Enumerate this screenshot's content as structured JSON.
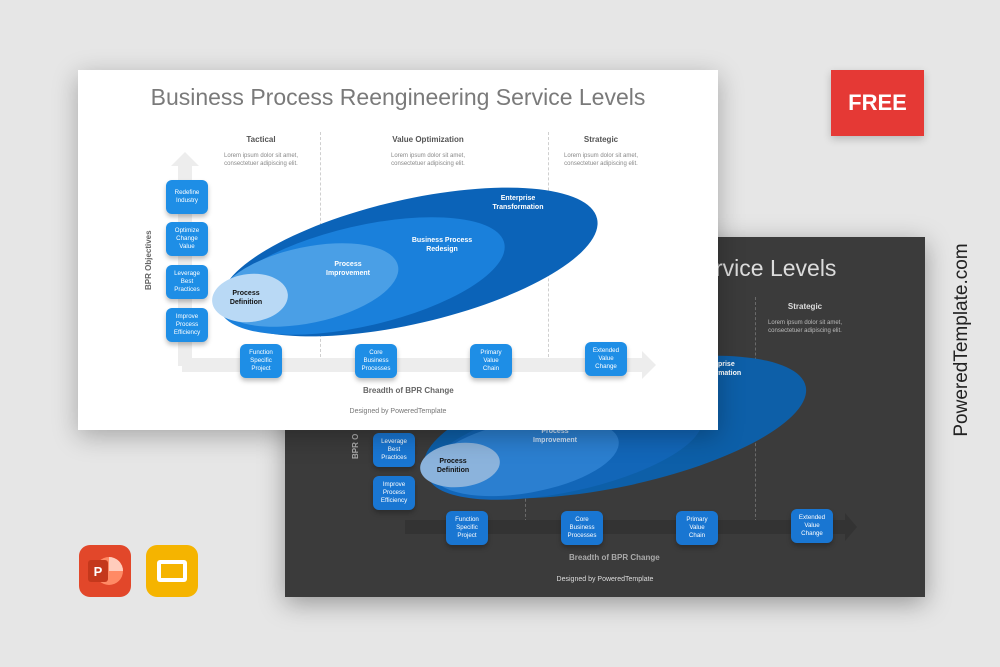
{
  "badge": {
    "label": "FREE"
  },
  "brand": {
    "text": "PoweredTemplate.com"
  },
  "app_icons": [
    "powerpoint-icon",
    "google-slides-icon"
  ],
  "colors": {
    "accent_blue": "#1e8ee6",
    "badge_red": "#e53935",
    "dark_bg": "#3b3b3b"
  },
  "white_slide": {
    "title": "Business Process Reengineering Service Levels",
    "columns": [
      {
        "heading": "Tactical",
        "desc1": "Lorem ipsum dolor sit amet,",
        "desc2": "consectetuer adipiscing elit."
      },
      {
        "heading": "Value Optimization",
        "desc1": "Lorem ipsum dolor sit amet,",
        "desc2": "consectetuer adipiscing elit."
      },
      {
        "heading": "Strategic",
        "desc1": "Lorem ipsum dolor sit amet,",
        "desc2": "consectetuer adipiscing elit."
      }
    ],
    "y_axis_label": "BPR Objectives",
    "x_axis_label": "Breadth of BPR Change",
    "y_boxes": [
      {
        "l1": "Redefine",
        "l2": "Industry",
        "l3": ""
      },
      {
        "l1": "Optimize",
        "l2": "Change",
        "l3": "Value"
      },
      {
        "l1": "Leverage",
        "l2": "Best",
        "l3": "Practices"
      },
      {
        "l1": "Improve",
        "l2": "Process",
        "l3": "Efficiency"
      }
    ],
    "x_boxes": [
      {
        "l1": "Function",
        "l2": "Specific",
        "l3": "Project"
      },
      {
        "l1": "Core",
        "l2": "Business",
        "l3": "Processes"
      },
      {
        "l1": "Primary",
        "l2": "Value",
        "l3": "Chain"
      },
      {
        "l1": "Extended",
        "l2": "Value",
        "l3": "Change"
      }
    ],
    "ellipses": [
      {
        "l1": "Enterprise",
        "l2": "Transformation"
      },
      {
        "l1": "Business Process",
        "l2": "Redesign"
      },
      {
        "l1": "Process",
        "l2": "Improvement"
      },
      {
        "l1": "Process",
        "l2": "Definition"
      }
    ],
    "credit": "Designed by PoweredTemplate"
  },
  "dark_slide": {
    "title_visible": "rvice Levels",
    "strategic": {
      "heading": "Strategic",
      "desc1": "Lorem ipsum dolor sit amet,",
      "desc2": "consectetuer adipiscing elit."
    },
    "y_axis_label_visible": "BPR O",
    "x_axis_label": "Breadth of BPR Change",
    "y_boxes": [
      {
        "l1": "Leverage",
        "l2": "Best",
        "l3": "Practices"
      },
      {
        "l1": "Improve",
        "l2": "Process",
        "l3": "Efficiency"
      }
    ],
    "x_boxes": [
      {
        "l1": "Function",
        "l2": "Specific",
        "l3": "Project"
      },
      {
        "l1": "Core",
        "l2": "Business",
        "l3": "Processes"
      },
      {
        "l1": "Primary",
        "l2": "Value",
        "l3": "Chain"
      },
      {
        "l1": "Extended",
        "l2": "Value",
        "l3": "Change"
      }
    ],
    "ellipses": [
      {
        "l1": "Enterprise",
        "l2": "Transformation"
      },
      {
        "l1": "Process",
        "l2": "Improvement"
      },
      {
        "l1": "Process",
        "l2": "Definition"
      }
    ],
    "ellipse_partial": {
      "enterprise_tail": "rprise",
      "transformation_tail": "formation"
    },
    "credit": "Designed by PoweredTemplate"
  }
}
